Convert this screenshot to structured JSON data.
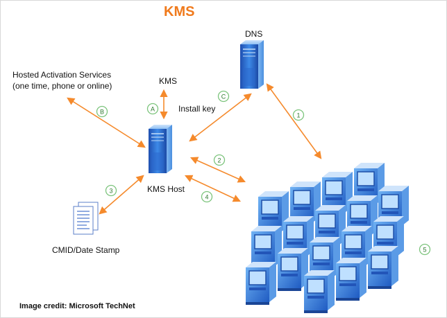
{
  "title": "KMS",
  "labels": {
    "hosted_line1": "Hosted Activation Services",
    "hosted_line2": "(one time, phone or online)",
    "kms": "KMS",
    "install_key": "Install key",
    "dns": "DNS",
    "kms_host": "KMS Host",
    "cmid": "CMID/Date Stamp"
  },
  "steps": {
    "a": "A",
    "b": "B",
    "c": "C",
    "s1": "1",
    "s2": "2",
    "s3": "3",
    "s4": "4",
    "s5": "5"
  },
  "credit": "Image credit: Microsoft TechNet",
  "colors": {
    "arrow": "#f58a2c",
    "server": "#2e6fd8",
    "badge_border": "#7cc47c",
    "title": "#f07a1c"
  },
  "icons": {
    "kms_host": "server-icon",
    "dns": "server-icon",
    "cmid": "document-stack-icon",
    "clients": "client-computers-icon"
  }
}
